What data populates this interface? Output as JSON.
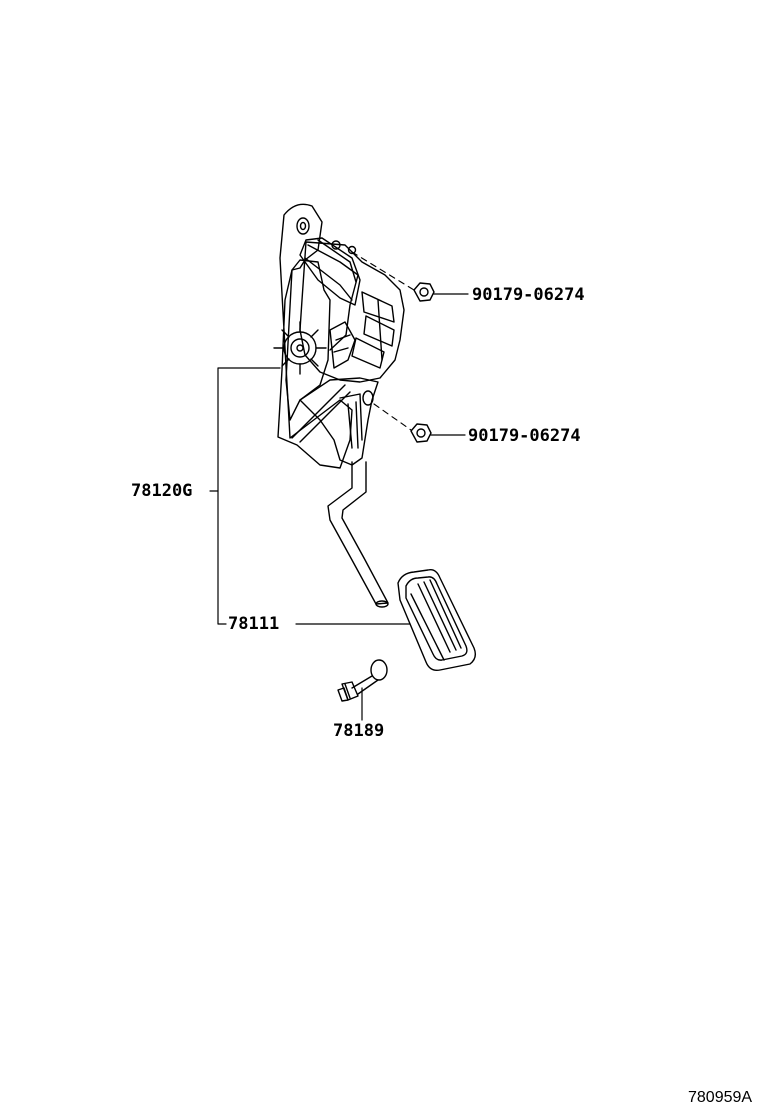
{
  "diagram": {
    "part_labels": {
      "nut_upper": "90179-06274",
      "nut_lower": "90179-06274",
      "assembly": "78120G",
      "pedal_pad": "78111",
      "stopper": "78189"
    },
    "figure_code": "780959A"
  }
}
